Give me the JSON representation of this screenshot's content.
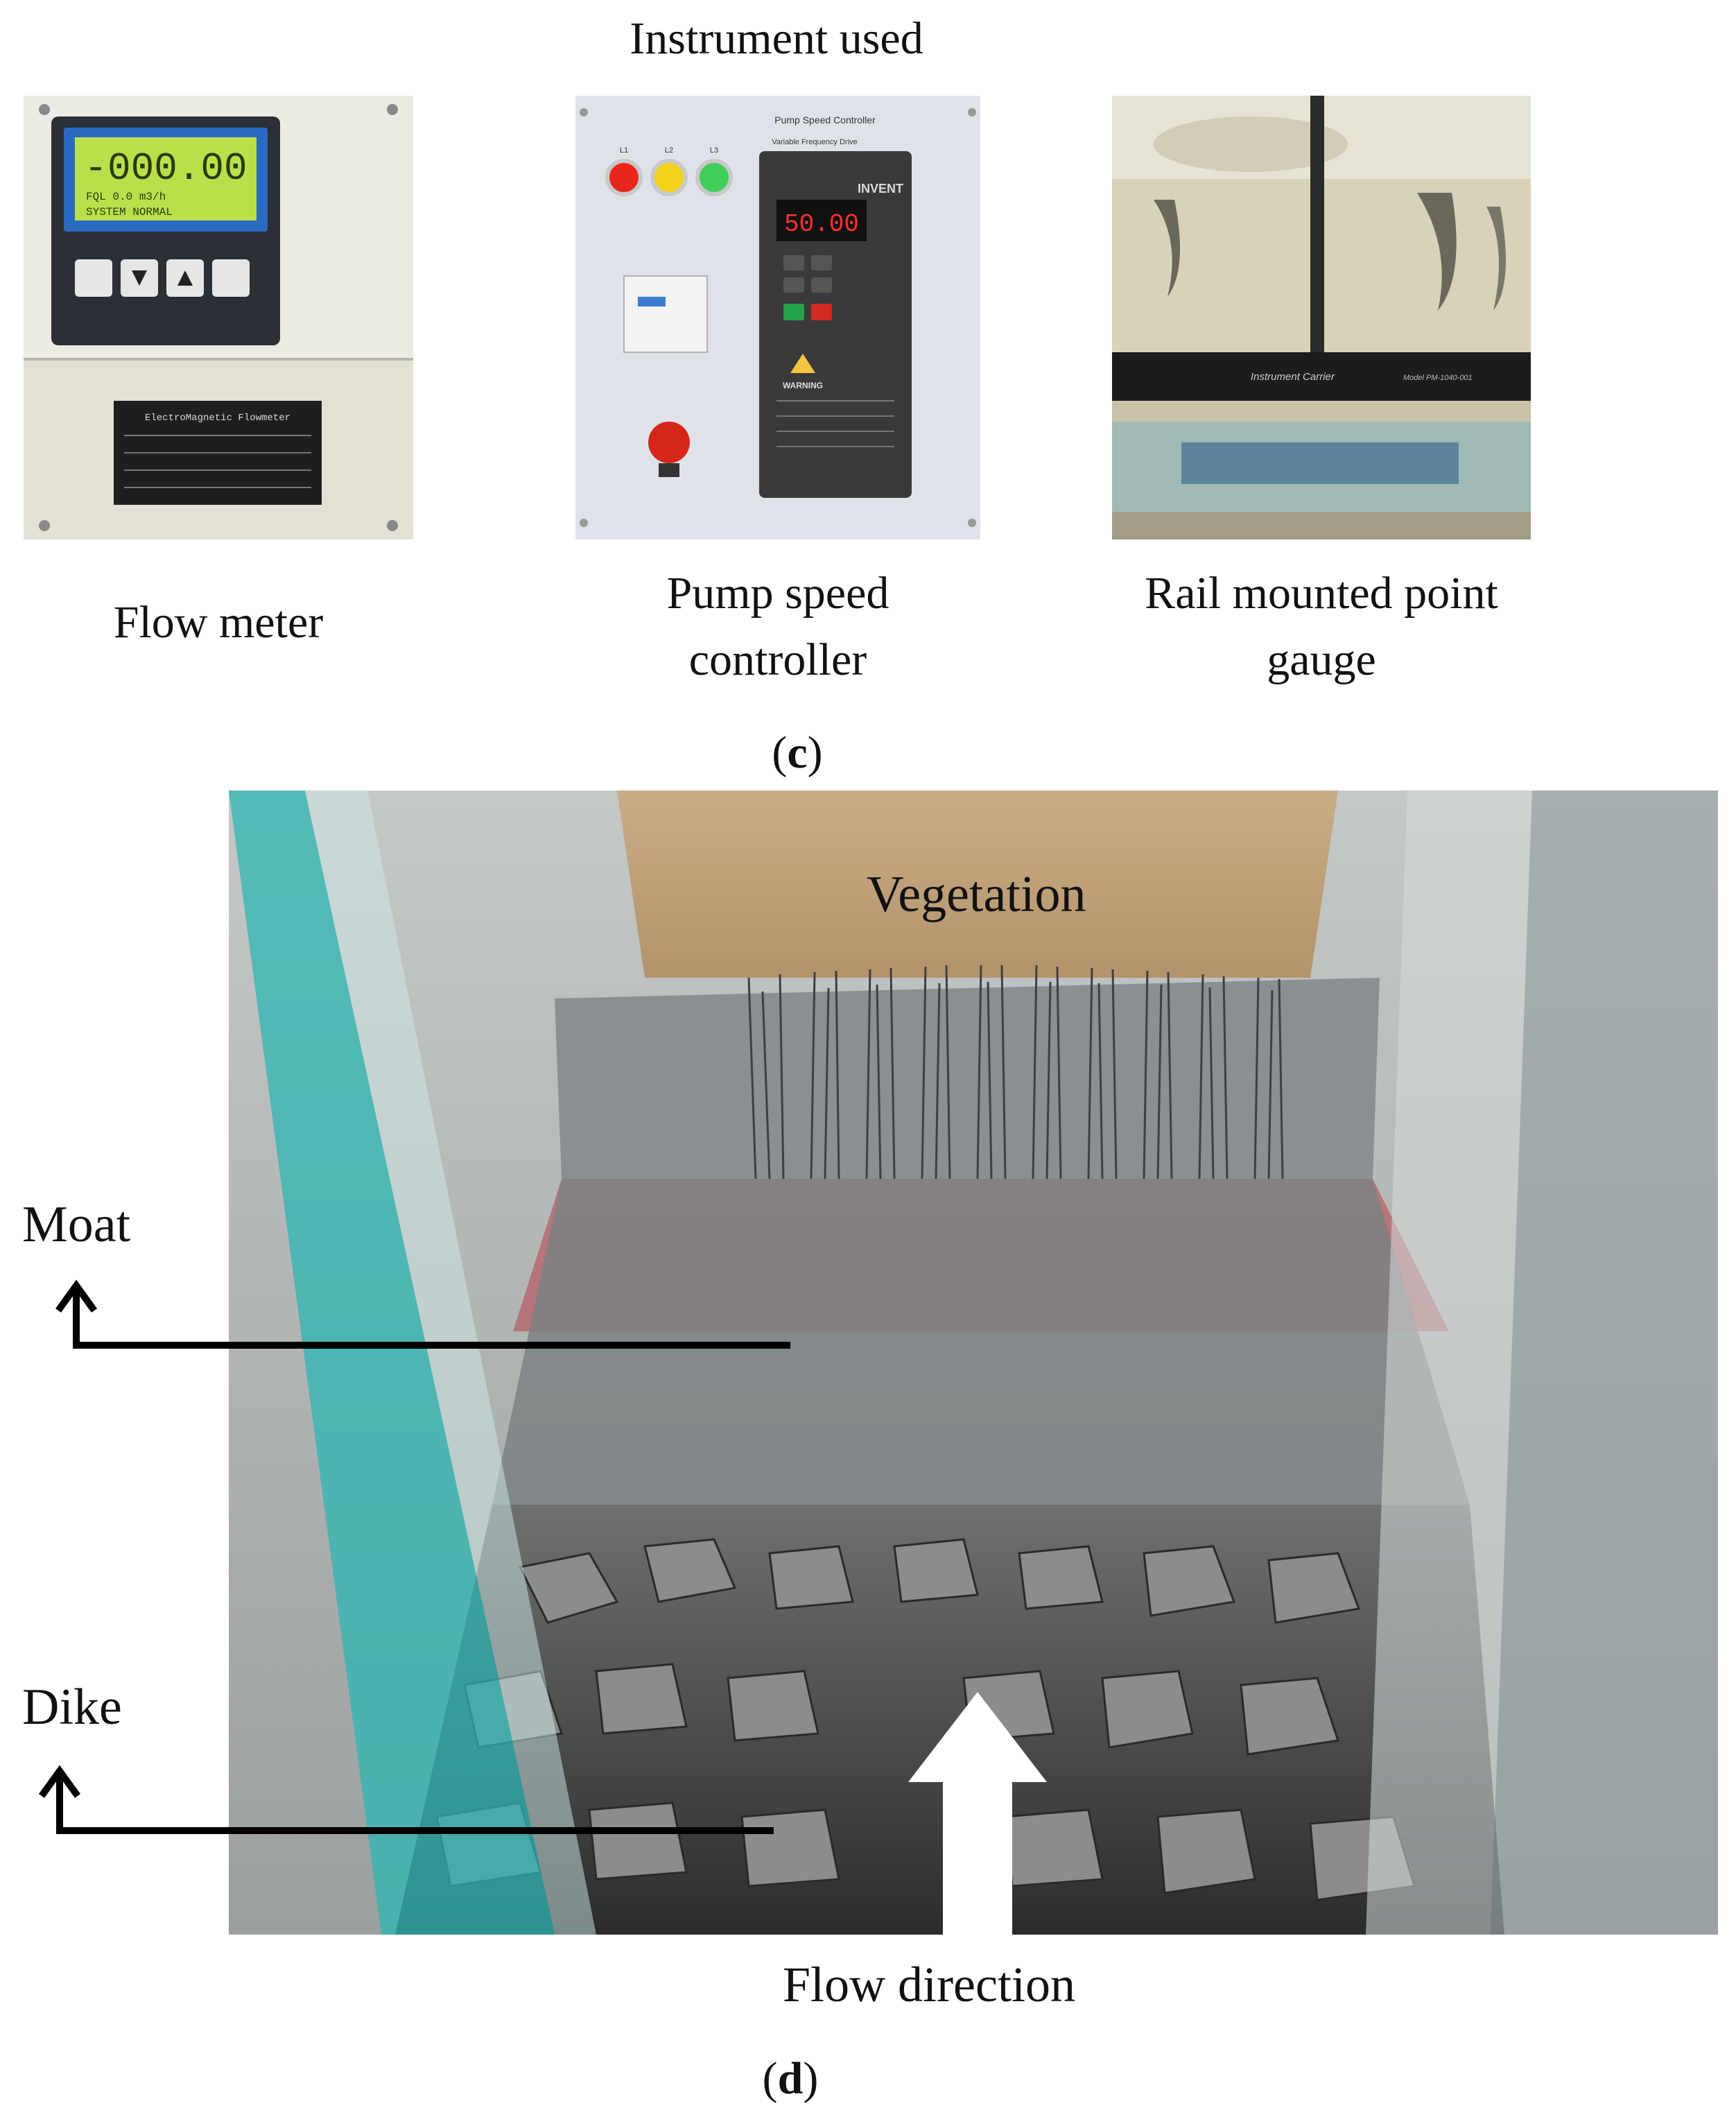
{
  "panel_c": {
    "title": "Instrument used",
    "label_open": "(",
    "label_letter": "c",
    "label_close": ")",
    "photos": [
      {
        "caption_line1": "Flow meter",
        "caption_line2": "",
        "display_value": "-000.00",
        "display_line2": "FQL     0.0 m3/h",
        "display_line3": "SYSTEM  NORMAL",
        "nameplate_title": "ElectroMagnetic Flowmeter"
      },
      {
        "caption_line1": "Pump speed",
        "caption_line2": "controller",
        "panel_title": "Pump Speed Controller",
        "drive_title": "Variable Frequency Drive",
        "brand": "INVENT",
        "readout": "50.00",
        "warning": "WARNING",
        "lamps": [
          "L1",
          "L2",
          "L3"
        ],
        "lamp_colors": [
          "#e8261c",
          "#f2d21b",
          "#3fce5a"
        ]
      },
      {
        "caption_line1": "Rail mounted point",
        "caption_line2": "gauge",
        "carrier_text": "Instrument Carrier",
        "model_text": "Model PM-1040-001"
      }
    ]
  },
  "panel_d": {
    "label_open": "(",
    "label_letter": "d",
    "label_close": ")",
    "labels": {
      "vegetation": "Vegetation",
      "moat": "Moat",
      "dike": "Dike",
      "flow": "Flow direction"
    }
  }
}
